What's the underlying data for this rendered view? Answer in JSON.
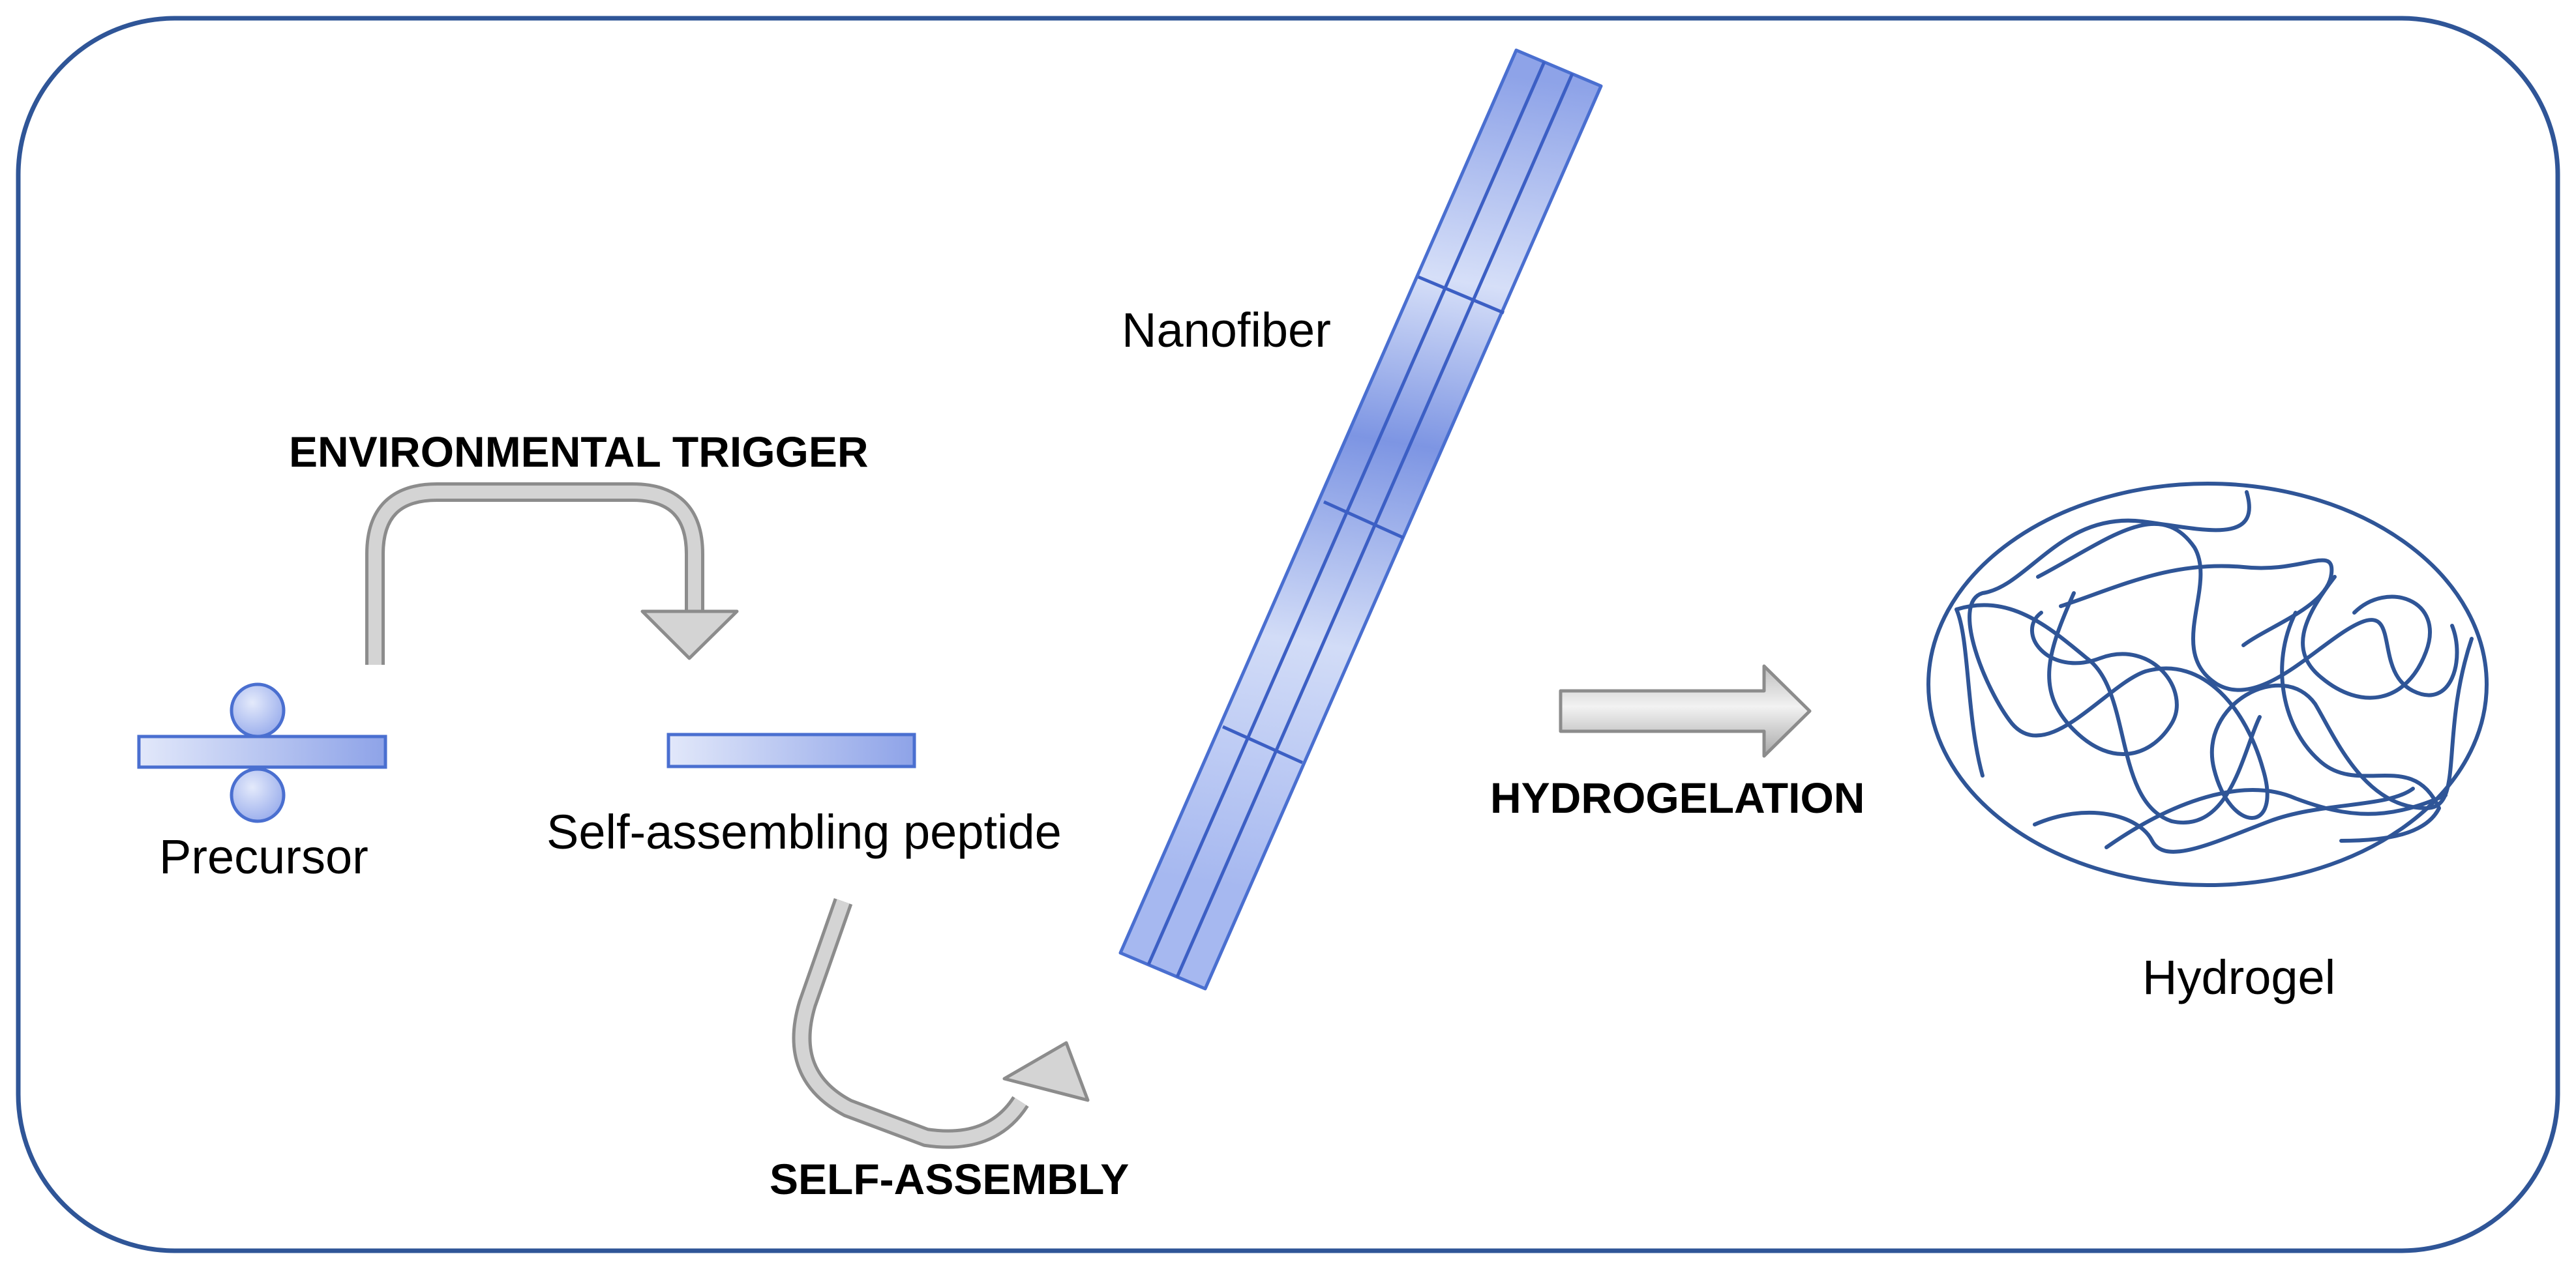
{
  "labels": {
    "precursor": "Precursor",
    "self_assembling_peptide": "Self-assembling peptide",
    "nanofiber": "Nanofiber",
    "hydrogel": "Hydrogel"
  },
  "steps": {
    "environmental_trigger": "ENVIRONMENTAL TRIGGER",
    "self_assembly": "SELF-ASSEMBLY",
    "hydrogelation": "HYDROGELATION"
  },
  "colors": {
    "frame": "#2f5597",
    "peptide_light": "#dde4f8",
    "peptide_dark": "#8ea3e8",
    "arrow_fill": "#c8c8c8",
    "arrow_stroke": "#8c8c8c",
    "fiber_network": "#2f5597"
  }
}
